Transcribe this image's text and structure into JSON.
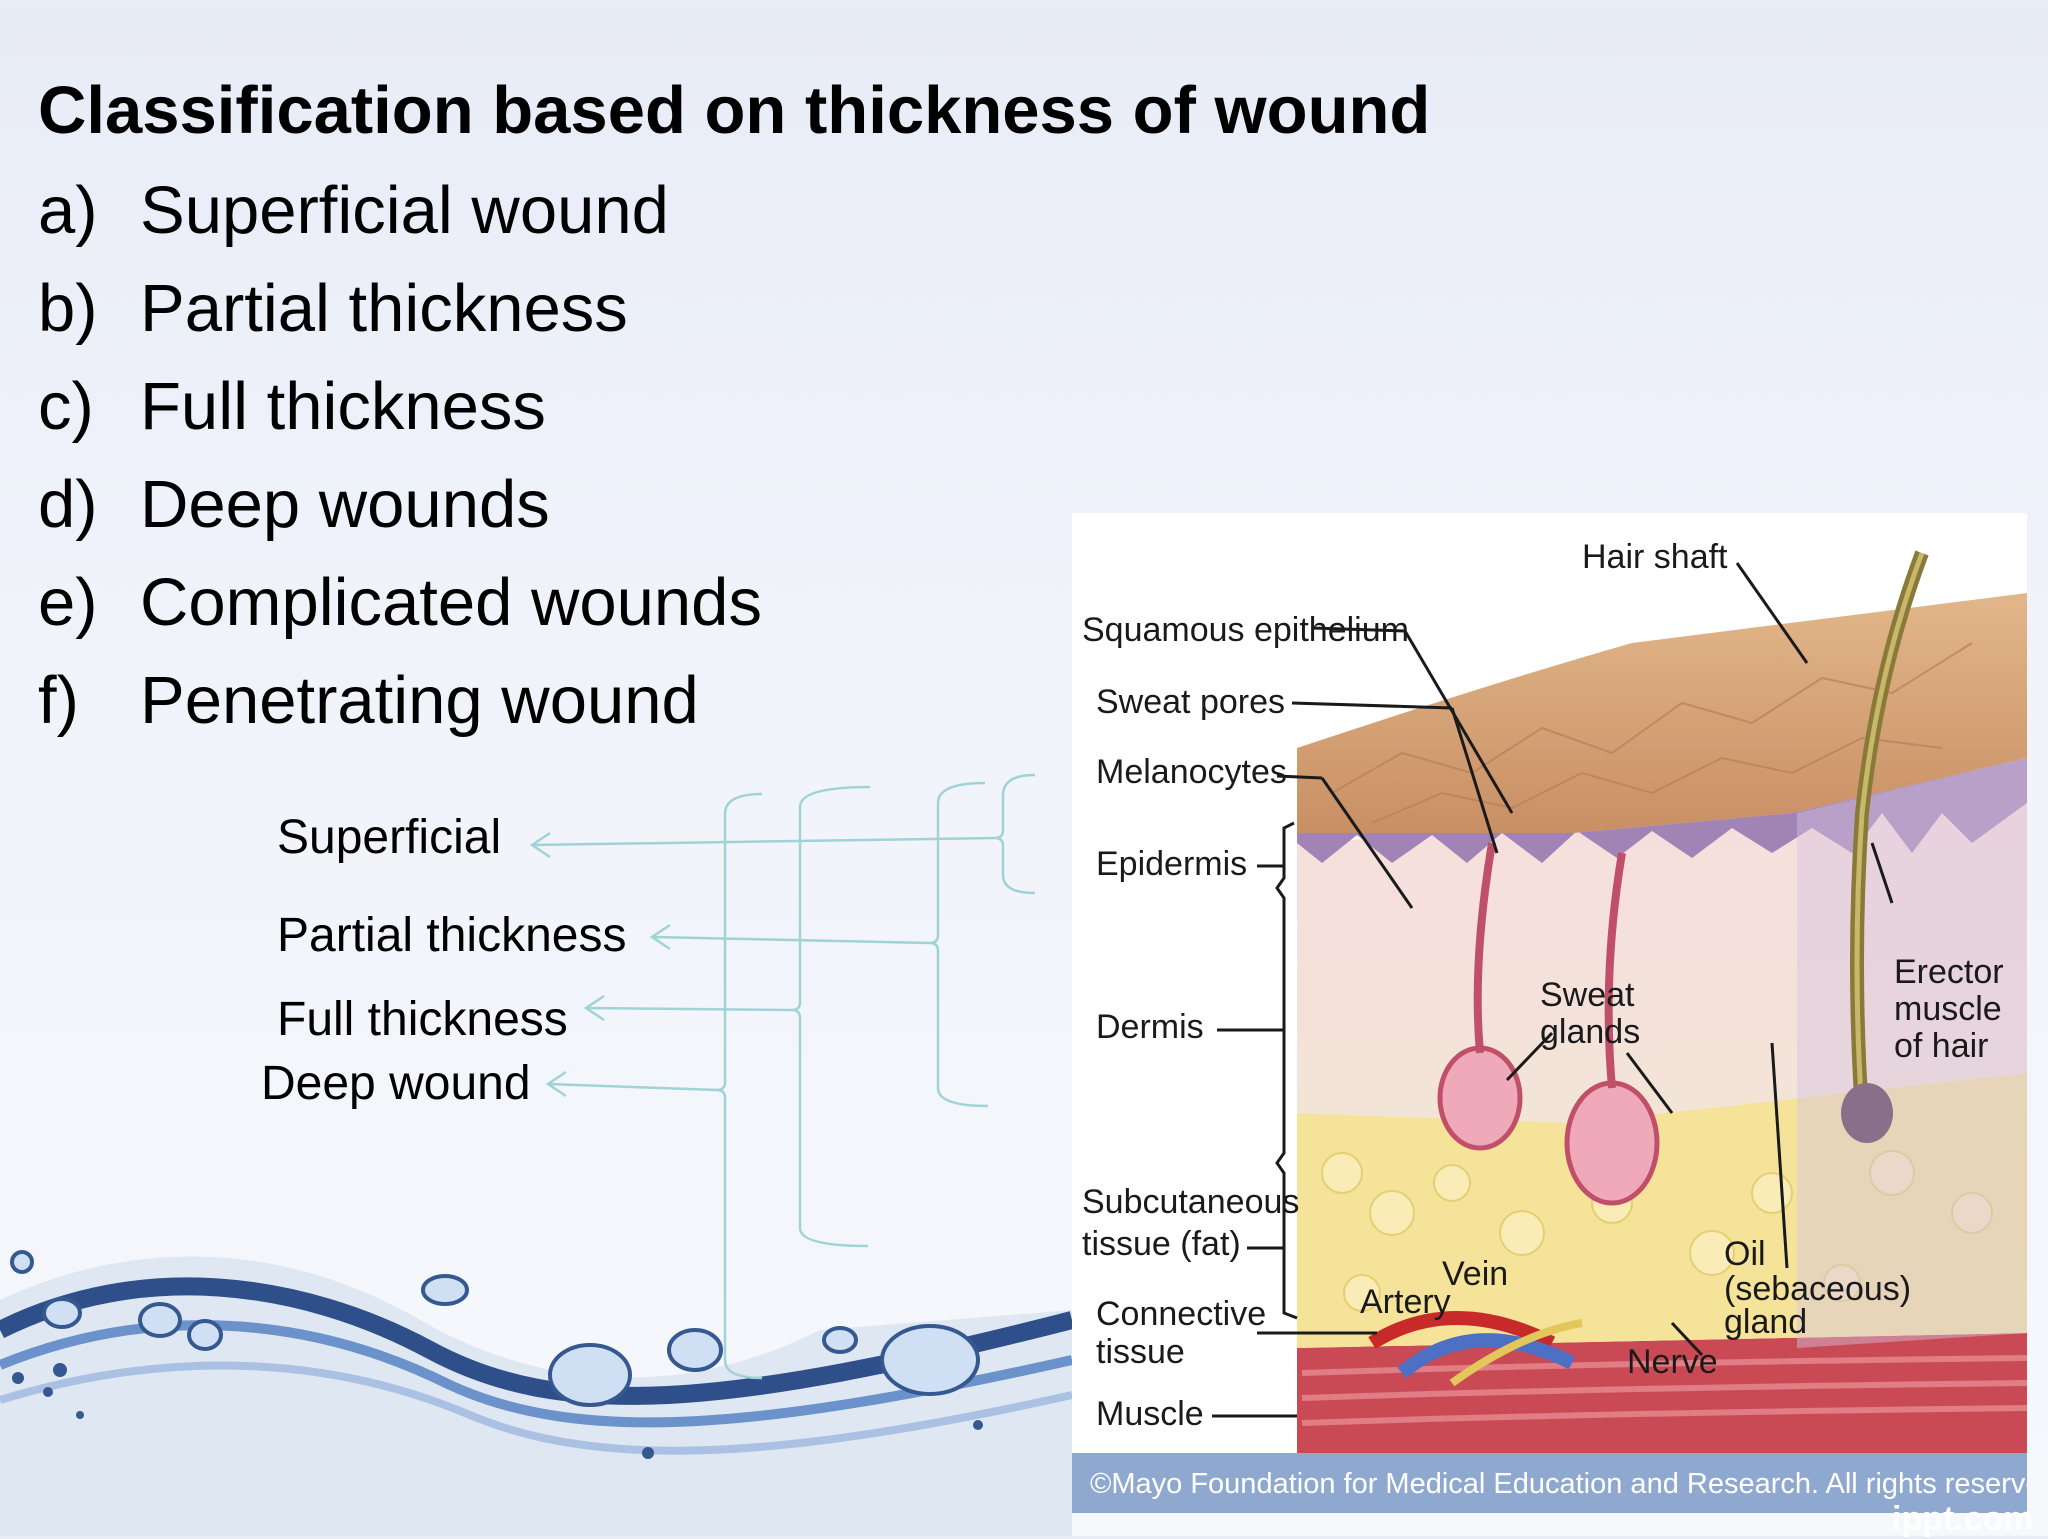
{
  "slide": {
    "title": "Classification based on thickness of wound",
    "items": [
      {
        "marker": "a)",
        "text": "Superficial wound"
      },
      {
        "marker": "b)",
        "text": "Partial thickness"
      },
      {
        "marker": "c)",
        "text": "Full thickness"
      },
      {
        "marker": "d)",
        "text": "Deep wounds"
      },
      {
        "marker": "e)",
        "text": "Complicated wounds"
      },
      {
        "marker": "f)",
        "text": "Penetrating wound"
      }
    ],
    "depth_labels": {
      "superficial": "Superficial",
      "partial": "Partial thickness",
      "full": "Full thickness",
      "deep": "Deep wound"
    },
    "bracket_color": "#9fd3d6"
  },
  "diagram": {
    "labels": {
      "hair_shaft": "Hair shaft",
      "squamous": "Squamous epithelium",
      "sweat_pores": "Sweat pores",
      "melanocytes": "Melanocytes",
      "epidermis": "Epidermis",
      "dermis": "Dermis",
      "subcut_1": "Subcutaneous",
      "subcut_2": "tissue (fat)",
      "connective_1": "Connective",
      "connective_2": "tissue",
      "muscle": "Muscle",
      "sweat_glands_1": "Sweat",
      "sweat_glands_2": "glands",
      "erector_1": "Erector",
      "erector_2": "muscle",
      "erector_3": "of hair",
      "artery": "Artery",
      "vein": "Vein",
      "nerve": "Nerve",
      "oil_1": "Oil",
      "oil_2": "(sebaceous)",
      "oil_3": "gland"
    },
    "copyright": "©Mayo Foundation for Medical Education and Research.  All rights reserved."
  },
  "footer": {
    "logo": "ippt.com"
  }
}
